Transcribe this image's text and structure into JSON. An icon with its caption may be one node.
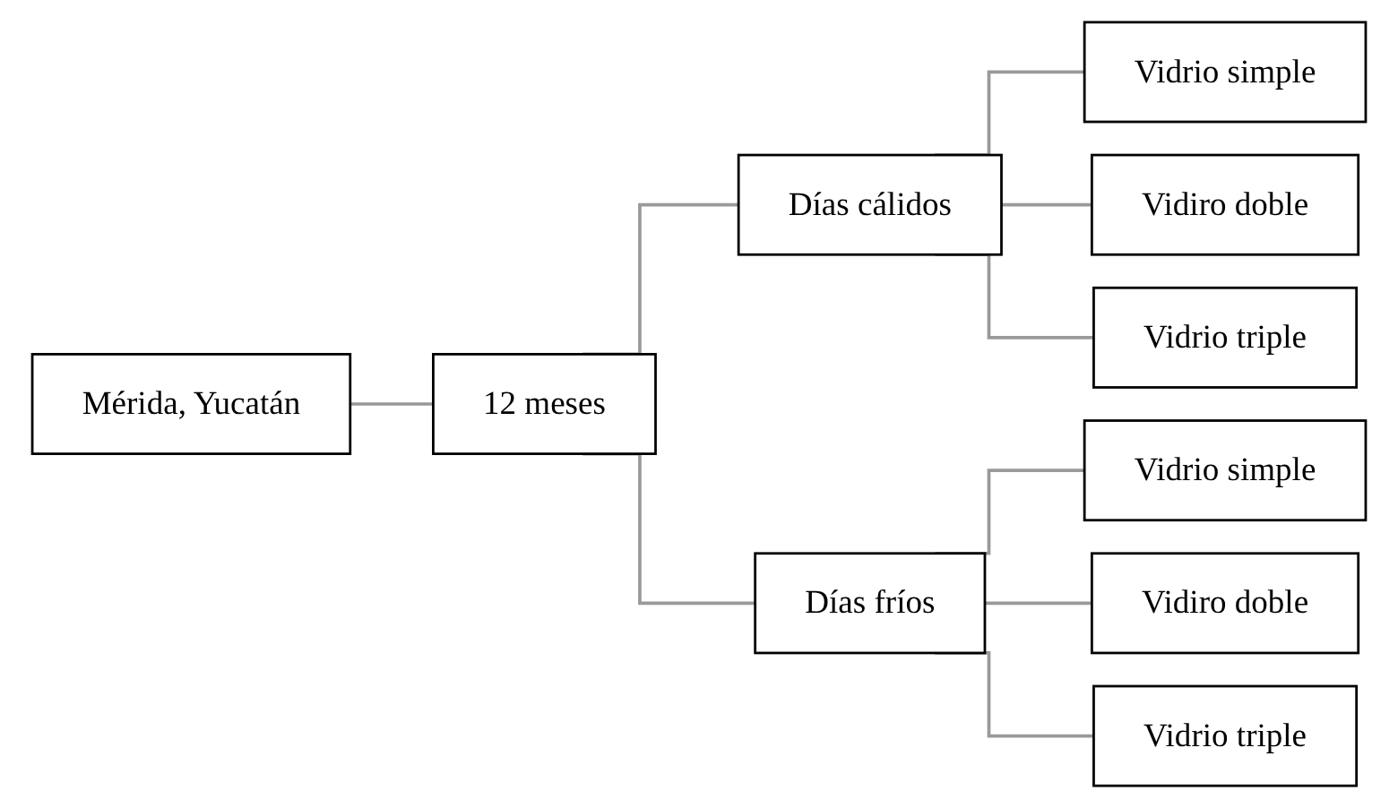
{
  "diagram": {
    "nodes": [
      {
        "text": [
          "Mérida, Yucatán"
        ]
      },
      {
        "text": [
          "12 meses"
        ]
      },
      {
        "text": [
          "Días cálidos"
        ]
      },
      {
        "text": [
          "Vidrio simple"
        ]
      },
      {
        "text": [
          "Vidiro doble"
        ]
      },
      {
        "text": [
          "Vidrio triple"
        ]
      },
      {
        "text": [
          "Días fríos"
        ]
      },
      {
        "text": [
          "Vidrio simple"
        ]
      },
      {
        "text": [
          "Vidiro doble"
        ]
      },
      {
        "text": [
          "Vidrio triple"
        ]
      }
    ],
    "edges": [
      {
        "from": 0,
        "to": 1,
        "arrow": "none"
      },
      {
        "from": 1,
        "to": 2,
        "arrow": "none"
      },
      {
        "from": 1,
        "to": 6,
        "arrow": "none"
      },
      {
        "from": 2,
        "to": 3,
        "arrow": "none"
      },
      {
        "from": 2,
        "to": 4,
        "arrow": "none"
      },
      {
        "from": 2,
        "to": 5,
        "arrow": "none"
      },
      {
        "from": 6,
        "to": 7,
        "arrow": "none"
      },
      {
        "from": 6,
        "to": 8,
        "arrow": "none"
      },
      {
        "from": 6,
        "to": 9,
        "arrow": "none"
      }
    ]
  }
}
